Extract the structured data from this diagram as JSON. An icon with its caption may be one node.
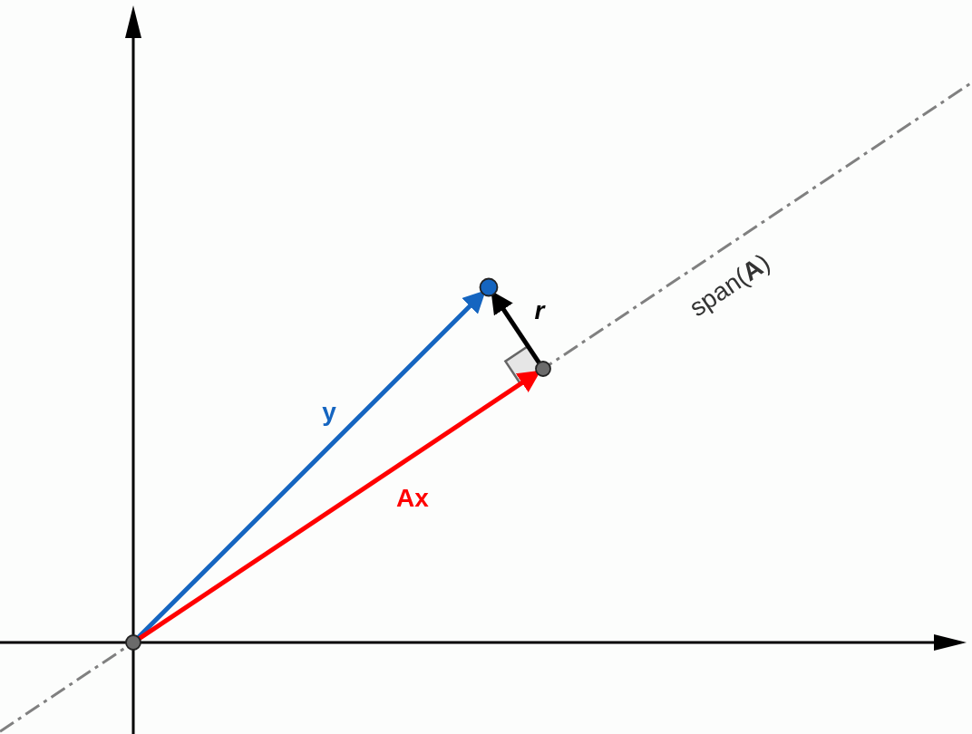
{
  "diagram": {
    "nodes": [
      {
        "text": [],
        "shape": "circle"
      },
      {
        "text": [],
        "shape": "circle"
      },
      {
        "text": [],
        "shape": "circle"
      }
    ],
    "edges": [
      {
        "from": 0,
        "to": 1,
        "arrow": "to",
        "label": "y",
        "color": "#1565c0"
      },
      {
        "from": 0,
        "to": 2,
        "arrow": "to",
        "label": "Ax",
        "color": "#ff0000"
      },
      {
        "from": 2,
        "to": 1,
        "arrow": "to",
        "label": "r",
        "color": "#000000"
      }
    ],
    "labels": [
      "span(**A**)"
    ]
  }
}
